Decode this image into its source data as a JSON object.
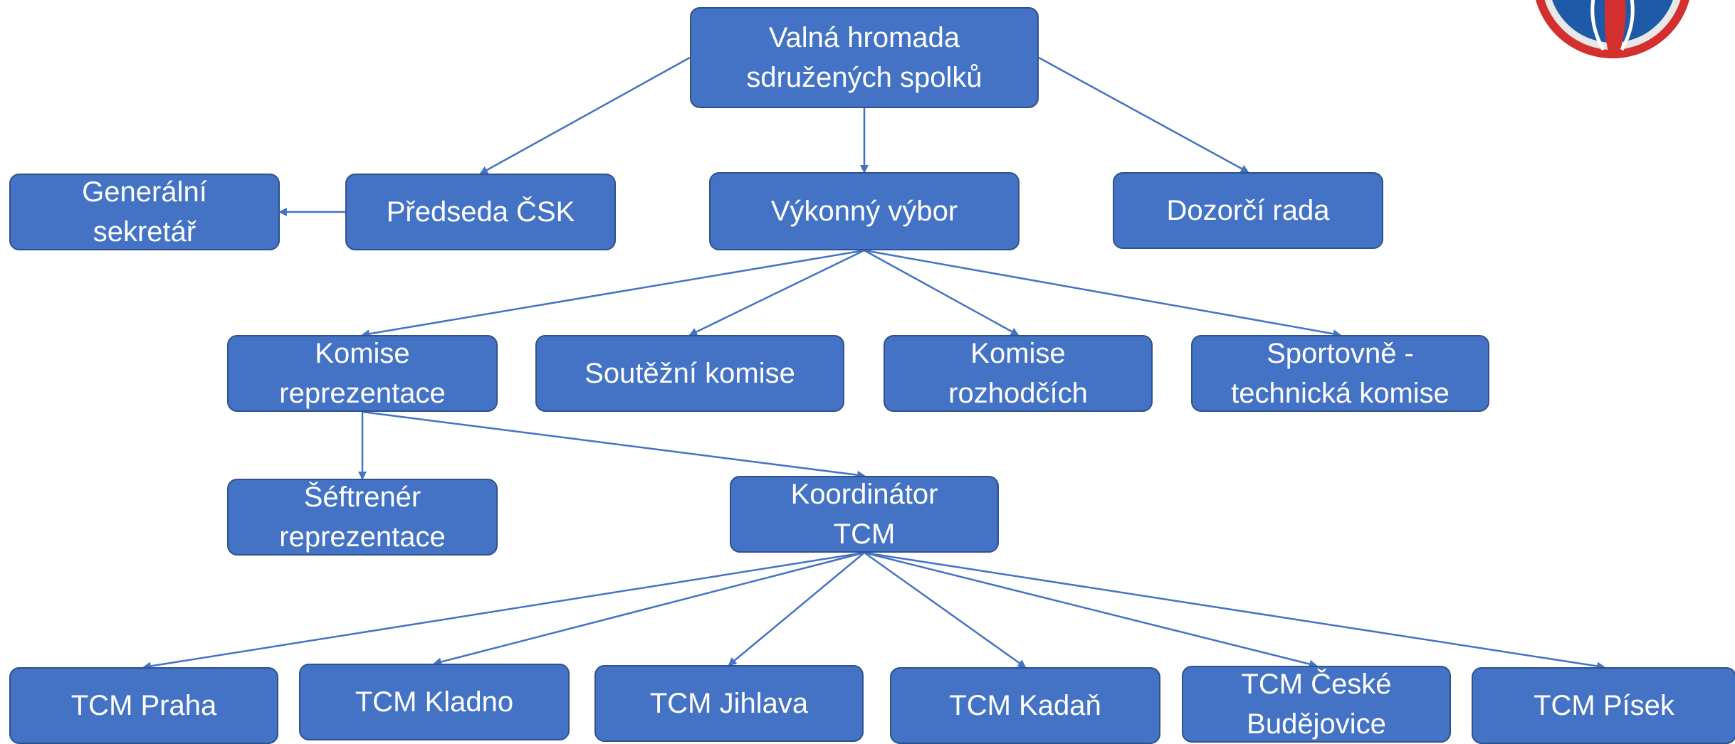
{
  "colors": {
    "node_fill": "#4472c4",
    "node_border": "#2f528f",
    "edge": "#4472c4",
    "text": "#ffffff"
  },
  "nodes": {
    "valna": "Valná hromada\nsdružených spolků",
    "generalni": "Generální\nsekretář",
    "predseda": "Předseda ČSK",
    "vykonny": "Výkonný výbor",
    "dozorci": "Dozorčí rada",
    "komise_rep": "Komise\nreprezentace",
    "soutezni": "Soutěžní komise",
    "komise_roz": "Komise\nrozhodčích",
    "sportovne": "Sportovně -\ntechnická komise",
    "seftrener": "Šéftrenér\nreprezentace",
    "koordinator": "Koordinátor\nTCM",
    "tcm_praha": "TCM Praha",
    "tcm_kladno": "TCM Kladno",
    "tcm_jihlava": "TCM Jihlava",
    "tcm_kadan": "TCM Kadaň",
    "tcm_cb": "TCM České\nBudějovice",
    "tcm_pisek": "TCM Písek"
  },
  "edges": [
    [
      "valna",
      "predseda"
    ],
    [
      "valna",
      "vykonny"
    ],
    [
      "valna",
      "dozorci"
    ],
    [
      "predseda",
      "generalni"
    ],
    [
      "vykonny",
      "komise_rep"
    ],
    [
      "vykonny",
      "soutezni"
    ],
    [
      "vykonny",
      "komise_roz"
    ],
    [
      "vykonny",
      "sportovne"
    ],
    [
      "komise_rep",
      "seftrener"
    ],
    [
      "komise_rep",
      "koordinator"
    ],
    [
      "koordinator",
      "tcm_praha"
    ],
    [
      "koordinator",
      "tcm_kladno"
    ],
    [
      "koordinator",
      "tcm_jihlava"
    ],
    [
      "koordinator",
      "tcm_kadan"
    ],
    [
      "koordinator",
      "tcm_cb"
    ],
    [
      "koordinator",
      "tcm_pisek"
    ]
  ],
  "logo": {
    "name": "association-logo"
  }
}
